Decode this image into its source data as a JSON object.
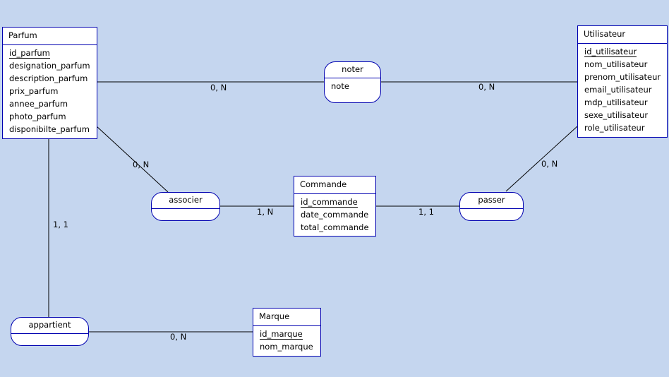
{
  "entities": {
    "parfum": {
      "name": "Parfum",
      "attributes": [
        {
          "label": "id_parfum",
          "key": true
        },
        {
          "label": "designation_parfum",
          "key": false
        },
        {
          "label": "description_parfum",
          "key": false
        },
        {
          "label": "prix_parfum",
          "key": false
        },
        {
          "label": "annee_parfum",
          "key": false
        },
        {
          "label": "photo_parfum",
          "key": false
        },
        {
          "label": "disponibilte_parfum",
          "key": false
        }
      ]
    },
    "utilisateur": {
      "name": "Utilisateur",
      "attributes": [
        {
          "label": "id_utilisateur",
          "key": true
        },
        {
          "label": "nom_utilisateur",
          "key": false
        },
        {
          "label": "prenom_utilisateur",
          "key": false
        },
        {
          "label": "email_utilisateur",
          "key": false
        },
        {
          "label": "mdp_utilisateur",
          "key": false
        },
        {
          "label": "sexe_utilisateur",
          "key": false
        },
        {
          "label": "role_utilisateur",
          "key": false
        }
      ]
    },
    "commande": {
      "name": "Commande",
      "attributes": [
        {
          "label": "id_commande",
          "key": true
        },
        {
          "label": "date_commande",
          "key": false
        },
        {
          "label": "total_commande",
          "key": false
        }
      ]
    },
    "marque": {
      "name": "Marque",
      "attributes": [
        {
          "label": "id_marque",
          "key": true
        },
        {
          "label": "nom_marque",
          "key": false
        }
      ]
    }
  },
  "associations": {
    "noter": {
      "name": "noter",
      "attributes": [
        "note"
      ]
    },
    "associer": {
      "name": "associer",
      "attributes": []
    },
    "passer": {
      "name": "passer",
      "attributes": []
    },
    "appartient": {
      "name": "appartient",
      "attributes": []
    }
  },
  "cardinalities": {
    "parfum_noter": "0, N",
    "utilisateur_noter": "0, N",
    "parfum_associer": "0, N",
    "commande_associer": "1, N",
    "utilisateur_passer": "0, N",
    "commande_passer": "1, 1",
    "parfum_appartient": "1, 1",
    "marque_appartient": "0, N"
  },
  "colors": {
    "background": "#c5d6ef",
    "border": "#0000b0",
    "box": "#ffffff",
    "line": "#000000"
  }
}
